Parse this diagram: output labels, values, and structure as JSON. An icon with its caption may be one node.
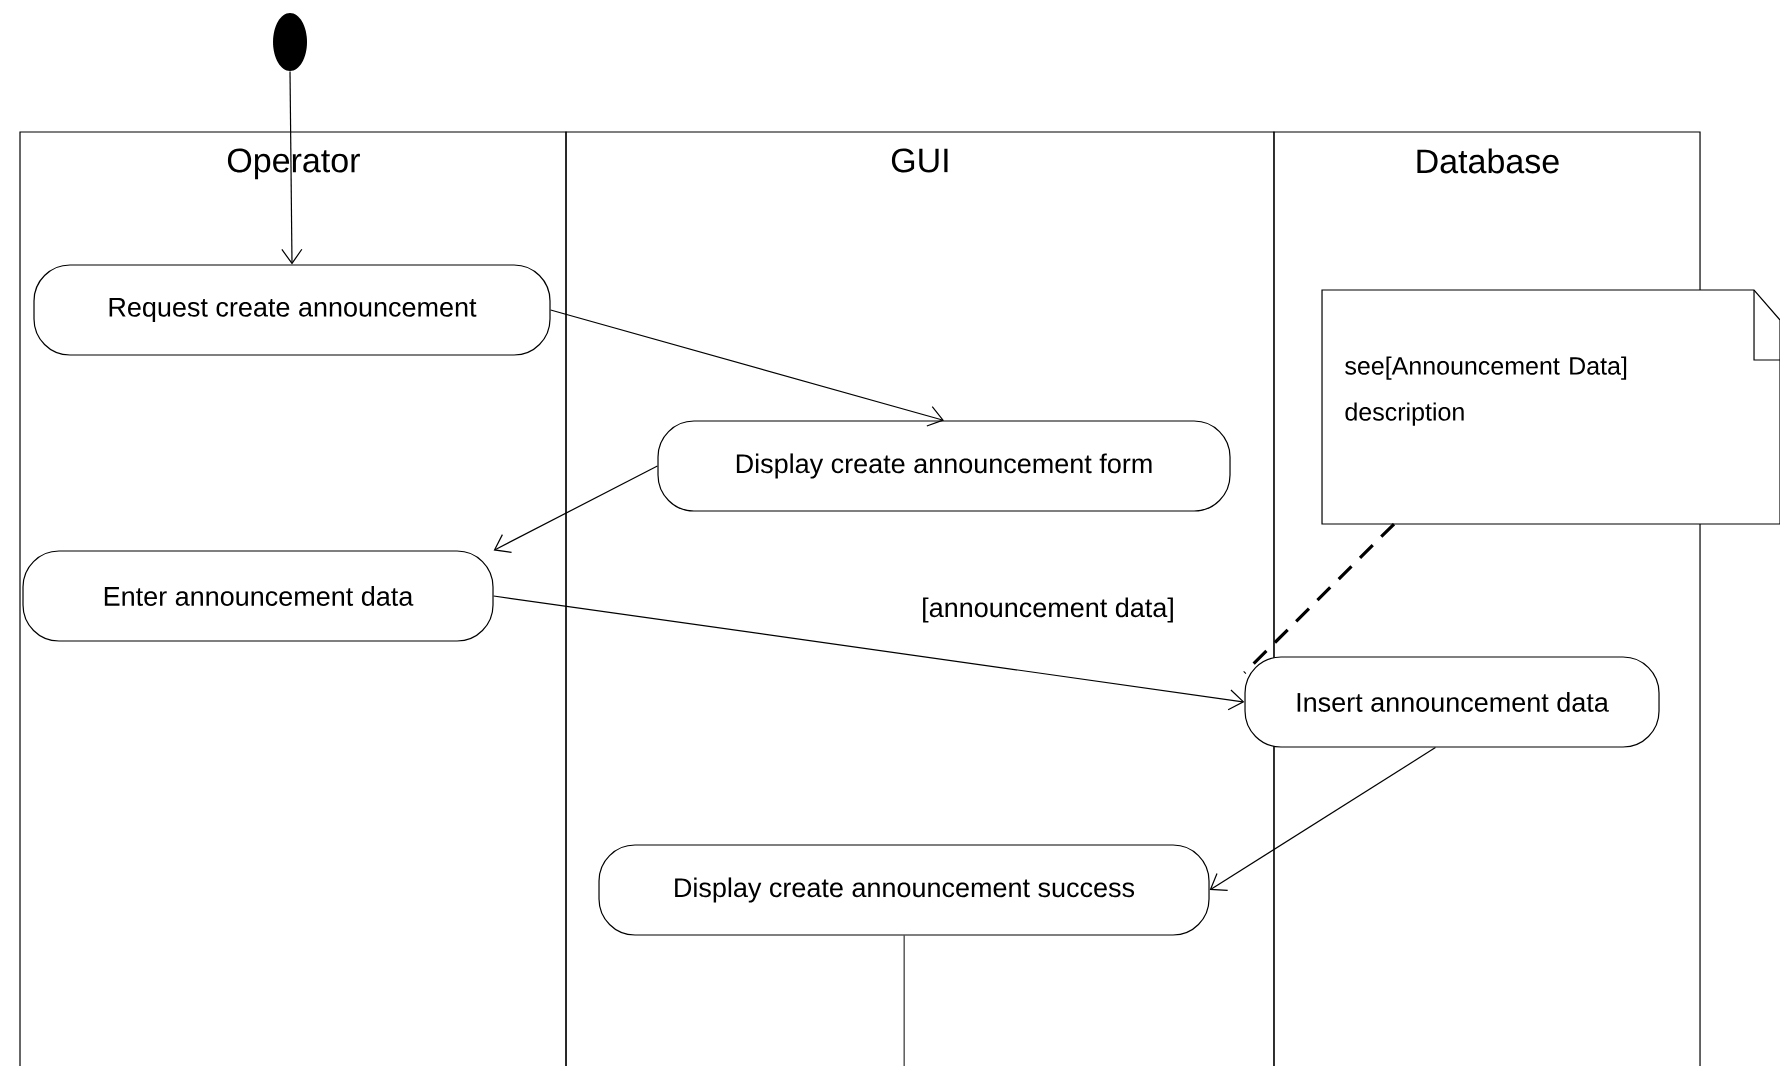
{
  "diagram": {
    "nodes": [
      {
        "text": [
          "Operator"
        ]
      },
      {
        "text": [
          "GUI"
        ]
      },
      {
        "text": [
          "Database"
        ]
      },
      {
        "text": [],
        "shape": "circle"
      },
      {
        "text": [
          "Request create announcement"
        ],
        "in": 0
      },
      {
        "text": [
          "Display create announcement form"
        ],
        "in": 1
      },
      {
        "text": [
          "Enter announcement data"
        ],
        "in": 0
      },
      {
        "text": [
          "Insert announcement data"
        ],
        "in": 2
      },
      {
        "text": [
          "Display create announcement success"
        ],
        "in": 1
      },
      {
        "text": [
          "see[Announcement Data] description"
        ]
      }
    ],
    "edges": [
      {
        "from": 3,
        "to": 4,
        "arrow": "to"
      },
      {
        "from": 4,
        "to": 5,
        "arrow": "to"
      },
      {
        "from": 5,
        "to": 6,
        "arrow": "to"
      },
      {
        "from": 6,
        "to": 7,
        "arrow": "to",
        "label": "[announcement data]"
      },
      {
        "from": 7,
        "to": 8,
        "arrow": "to"
      },
      {
        "from": 9,
        "to": 7,
        "arrow": "none",
        "style": "dashed"
      },
      {
        "from": 8,
        "to": null,
        "arrow": "none"
      }
    ]
  }
}
